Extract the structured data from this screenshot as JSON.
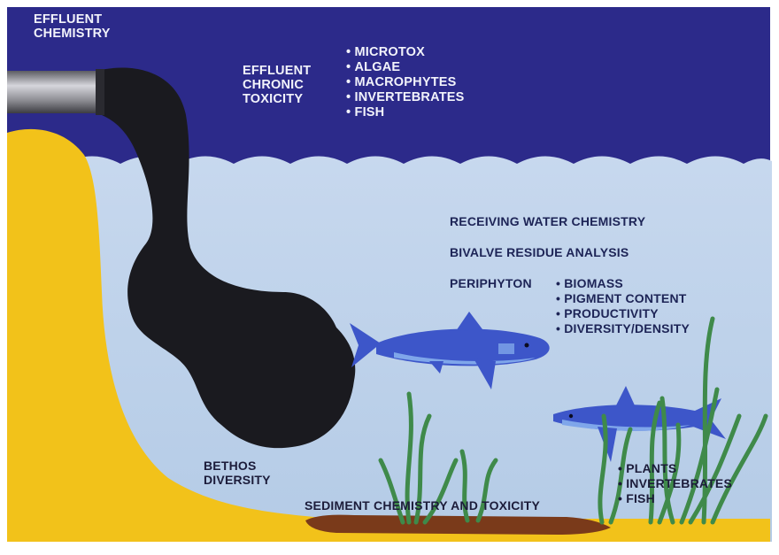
{
  "labels": {
    "effluent_chemistry": [
      "EFFLUENT",
      "CHEMISTRY"
    ],
    "effluent_chronic_toxicity": [
      "EFFLUENT",
      "CHRONIC",
      "TOXICITY"
    ],
    "toxicity_tests": [
      "MICROTOX",
      "ALGAE",
      "MACROPHYTES",
      "INVERTEBRATES",
      "FISH"
    ],
    "receiving_water_chemistry": "RECEIVING WATER CHEMISTRY",
    "bivalve_residue_analysis": "BIVALVE RESIDUE ANALYSIS",
    "periphyton": "PERIPHYTON",
    "periphyton_items": [
      "BIOMASS",
      "PIGMENT CONTENT",
      "PRODUCTIVITY",
      "DIVERSITY/DENSITY"
    ],
    "bethos_diversity": [
      "BETHOS",
      "DIVERSITY"
    ],
    "sediment": "SEDIMENT CHEMISTRY AND TOXICITY",
    "bottom_items": [
      "PLANTS",
      "INVERTEBRATES",
      "FISH"
    ]
  },
  "colors": {
    "sky": "#2c2a8a",
    "water": "#bfd3ea",
    "shore": "#f2c21a",
    "plume": "#1a1a1f",
    "pipe": "#9a9aa0",
    "sediment": "#7a3a1a",
    "fish_body": "#3d56c9",
    "fish_belly": "#7fa6ea",
    "plant": "#3f8a4a"
  }
}
